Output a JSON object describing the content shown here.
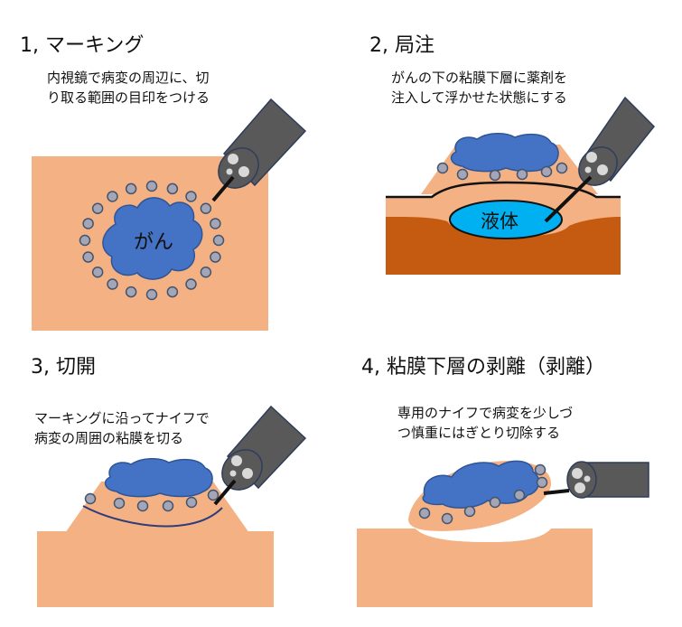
{
  "panels": [
    {
      "title": "1, マーキング",
      "description_lines": [
        "内視鏡で病変の周辺に、切",
        "り取る範囲の目印をつける"
      ],
      "tumor_label": "がん"
    },
    {
      "title": "2, 局注",
      "description_lines": [
        "がんの下の粘膜下層に薬剤を",
        "注入して浮かせた状態にする"
      ],
      "fluid_label": "液体"
    },
    {
      "title": "3, 切開",
      "description_lines": [
        "マーキングに沿ってナイフで",
        "病変の周囲の粘膜を切る"
      ]
    },
    {
      "title": "4, 粘膜下層の剥離（剥離）",
      "description_lines": [
        "専用のナイフで病変を少しづ",
        "つ慎重にはぎとり切除する"
      ]
    }
  ],
  "colors": {
    "tissue": "#f4b183",
    "submucosa": "#c55a11",
    "tumor": "#4472c4",
    "tumor_outline": "#2f5597",
    "marker_dot": "#a5a5b8",
    "marker_outline": "#44546a",
    "endoscope": "#595959",
    "endoscope_outline": "#2f3d5c",
    "fluid": "#00b0f0",
    "lens": "#d9d9d9"
  }
}
